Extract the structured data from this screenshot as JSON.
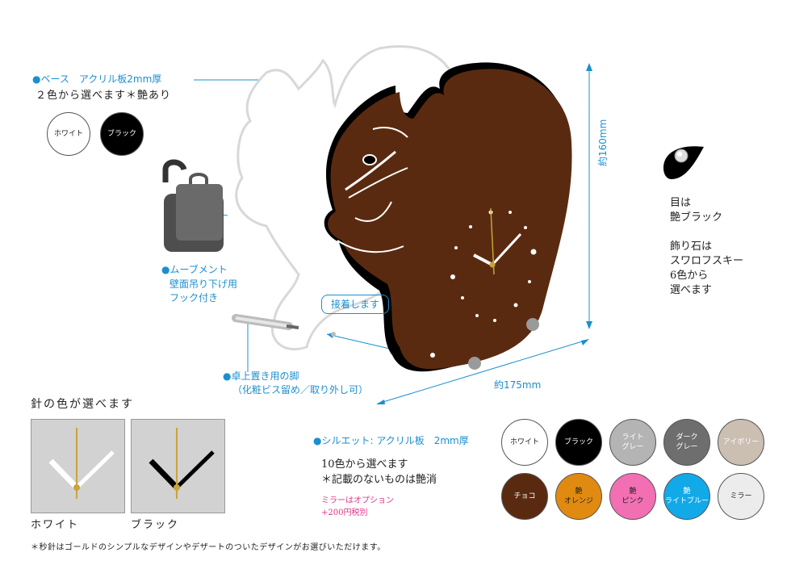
{
  "base": {
    "title": "●ベース　アクリル板2mm厚",
    "note": "２色から選べます＊艶あり",
    "swatches": [
      {
        "label": "ホワイト",
        "color": "#ffffff",
        "text_color": "#222222"
      },
      {
        "label": "ブラック",
        "color": "#000000",
        "text_color": "#ffffff"
      }
    ]
  },
  "movement": {
    "line1": "●ムーブメント",
    "line2": "壁面吊り下げ用",
    "line3": "フック付き"
  },
  "glue_label": "接着します",
  "leg": {
    "line1": "●卓上置き用の脚",
    "line2": "（化粧ビス留め／取り外し可）"
  },
  "dims": {
    "height": "約160mm",
    "width": "約175mm"
  },
  "eye": {
    "lines": [
      "目は",
      "艶ブラック",
      "",
      "飾り石は",
      "スワロフスキー",
      "6色から",
      "選べます"
    ]
  },
  "hands": {
    "title": "針の色が選べます",
    "options": [
      {
        "label": "ホワイト",
        "hand_color": "#ffffff"
      },
      {
        "label": "ブラック",
        "hand_color": "#000000"
      }
    ]
  },
  "silhouette": {
    "title": "●シルエット: アクリル板　2mm厚",
    "line1": "10色から選べます",
    "line2": "＊記載のないものは艶消",
    "mirror1": "ミラーはオプション",
    "mirror2": "+200円税別",
    "colors": [
      {
        "label": "ホワイト",
        "color": "#ffffff",
        "text": "#222222"
      },
      {
        "label": "ブラック",
        "color": "#000000",
        "text": "#ffffff"
      },
      {
        "label": "ライト\nグレー",
        "color": "#b4b4b4",
        "text": "#ffffff"
      },
      {
        "label": "ダーク\nグレー",
        "color": "#6e6e6e",
        "text": "#ffffff"
      },
      {
        "label": "アイボリー",
        "color": "#cbbfb2",
        "text": "#ffffff"
      },
      {
        "label": "チョコ",
        "color": "#5a2a10",
        "text": "#ffffff"
      },
      {
        "label": "艶\nオレンジ",
        "color": "#e08a12",
        "text": "#222222"
      },
      {
        "label": "艶\nピンク",
        "color": "#f26fb4",
        "text": "#222222"
      },
      {
        "label": "艶\nライトブルー",
        "color": "#12a9e8",
        "text": "#ffffff"
      },
      {
        "label": "ミラー",
        "color": "#ececec",
        "text": "#222222"
      }
    ]
  },
  "footnote": "＊秒針はゴールドのシンプルなデザインやデザートのついたデザインがお選びいただけます。",
  "colors": {
    "accent_blue": "#1a8fd0",
    "squirrel": "#5a2a10",
    "pink_text": "#e0318a",
    "gold": "#c8a43a"
  }
}
